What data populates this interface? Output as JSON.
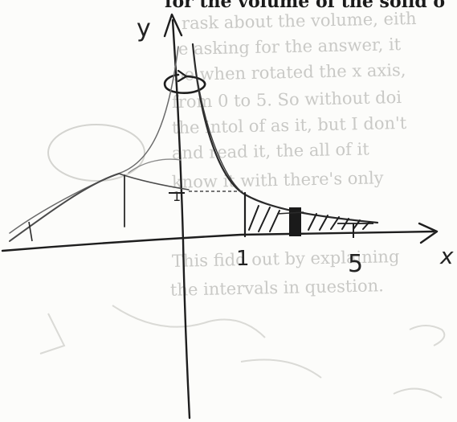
{
  "bleed_text": {
    "top_line": "for the volume of the solid o",
    "lines": [
      "rask about the volume, eith",
      "e asking for the answer, it",
      "be when rotated the x axis,",
      "from 0 to 5. So without doi",
      "the intol of as it, but I don't",
      "and read it, the all of it",
      "know it with there's only",
      "This fidd out by explaining",
      "the intervals in question."
    ]
  },
  "sketch": {
    "y_label": "y",
    "x_label": "x",
    "tick_label_left": "1",
    "tick_label_1": "1",
    "tick_label_5": "5"
  }
}
